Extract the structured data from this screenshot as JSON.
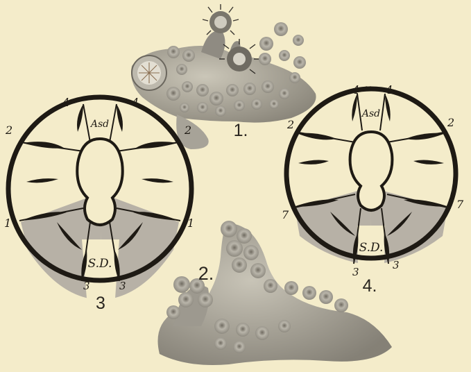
{
  "plate": {
    "background": "#f4ecca",
    "ink": "#1e1a14",
    "shade": "#b7b1a6",
    "specimen_color": "#a5a297"
  },
  "figures": [
    {
      "id": "1",
      "label": "1.",
      "kind": "specimen",
      "subject": "coral colony with expanded polyps"
    },
    {
      "id": "2",
      "label": "2.",
      "kind": "specimen",
      "subject": "coral colony with contracted polyps"
    },
    {
      "id": "3",
      "label": "3",
      "kind": "cross-section diagram",
      "annotations": {
        "top": "Asd",
        "bottom": "S.D.",
        "numbers": [
          "4",
          "4",
          "2",
          "2",
          "1",
          "1",
          "3",
          "3"
        ]
      }
    },
    {
      "id": "4",
      "label": "4.",
      "kind": "cross-section diagram",
      "annotations": {
        "top": "Asd",
        "bottom": "S.D.",
        "numbers": [
          "4",
          "4",
          "2",
          "2",
          "7",
          "7",
          "3",
          "3"
        ]
      }
    }
  ],
  "diagram_left": {
    "top_label": "Asd",
    "bottom_label": "S.D.",
    "n_top_l": "4",
    "n_top_r": "4",
    "n_mid_l": "2",
    "n_mid_r": "2",
    "n_low_l": "1",
    "n_low_r": "1",
    "n_bot_l": "3",
    "n_bot_r": "3",
    "fig_label": "3"
  },
  "diagram_right": {
    "top_label": "Asd",
    "bottom_label": "S.D.",
    "n_top_l": "4",
    "n_top_r": "4",
    "n_mid_l": "2",
    "n_mid_r": "2",
    "n_low_l": "7",
    "n_low_r": "7",
    "n_bot_l": "3",
    "n_bot_r": "3",
    "fig_label": "4."
  },
  "specimen_labels": {
    "fig1": "1.",
    "fig2": "2."
  }
}
